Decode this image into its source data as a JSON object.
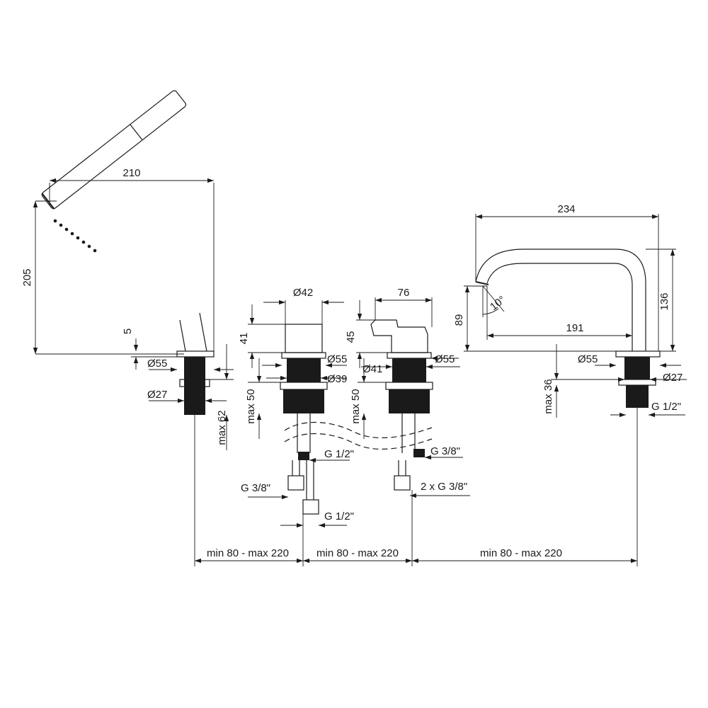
{
  "shower": {
    "width": "210",
    "height": "205",
    "gap": "5",
    "rosette_d": "Ø55",
    "thread_d": "Ø27",
    "thread_len": "max 62"
  },
  "valve_left": {
    "knob_d": "Ø42",
    "knob_h": "41",
    "rosette_d": "Ø55",
    "body_d": "Ø39",
    "thread_len": "max 50",
    "conn_top": "G 1/2\"",
    "conn_side": "G 3/8\"",
    "conn_bottom": "G 1/2\""
  },
  "valve_right": {
    "lever_w": "76",
    "lever_h": "45",
    "body_d": "Ø41",
    "rosette_d": "Ø55",
    "thread_len": "max 50",
    "conn_top": "G 3/8\"",
    "conn_bottom": "2 x G 3/8\""
  },
  "spout": {
    "width": "234",
    "height": "136",
    "outlet_h": "89",
    "reach": "191",
    "angle": "10°",
    "rosette_d": "Ø55",
    "thread_d": "Ø27",
    "thread_len": "max 36",
    "conn": "G 1/2\""
  },
  "spacing": {
    "left": "min 80 - max 220",
    "middle": "min 80 - max 220",
    "right": "min 80 - max 220"
  }
}
